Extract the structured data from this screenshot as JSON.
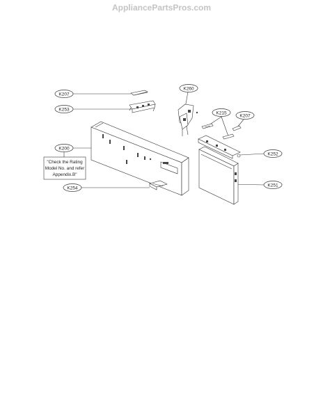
{
  "watermark": "AppliancePartsPros.com",
  "labels": {
    "k207a": "K207",
    "k253": "K253",
    "k260": "K260",
    "k215": "K215",
    "k207b": "K207",
    "k200": "K200",
    "k252": "K252",
    "k251": "K251",
    "k254": "K254"
  },
  "note": {
    "line1": "\"Check the Rating",
    "line2": "Model No. and refer",
    "line3": "Appendix.B\""
  },
  "colors": {
    "line": "#333333",
    "part_fill": "#ffffff",
    "dark": "#444444"
  }
}
